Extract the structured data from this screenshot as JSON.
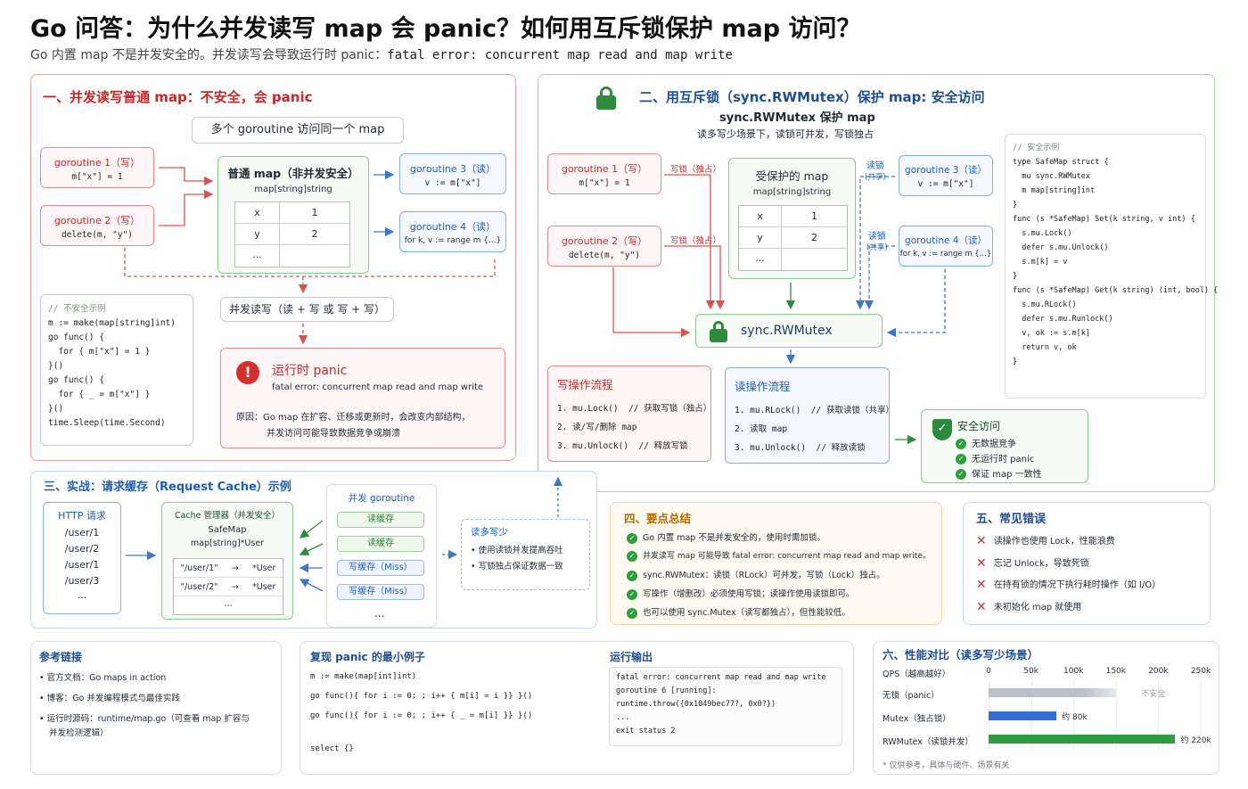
{
  "header": {
    "title": "Go 问答：为什么并发读写 map 会 panic？如何用互斥锁保护 map 访问？",
    "subtitle_pre": "Go 内置 map 不是并发安全的。并发读写会导致运行时 panic：",
    "subtitle_code": "fatal error: concurrent map read and map write"
  },
  "s1": {
    "title": "一、并发读写普通 map：不安全，会 panic",
    "shared": "多个 goroutine 访问同一个 map",
    "g1": {
      "label": "goroutine 1（写）",
      "code": "m[\"x\"] = 1"
    },
    "g2": {
      "label": "goroutine 2（写）",
      "code": "delete(m, \"y\")"
    },
    "g3": {
      "label": "goroutine 3（读）",
      "code": "v := m[\"x\"]"
    },
    "g4": {
      "label": "goroutine 4（读）",
      "code": "for k, v := range m {...}"
    },
    "map": {
      "title": "普通 map（非并发安全）",
      "type": "map[string]string",
      "rows": [
        [
          "x",
          "1"
        ],
        [
          "y",
          "2"
        ],
        [
          "...",
          ""
        ]
      ]
    },
    "concurrent": "并发读写（读 + 写 或 写 + 写）",
    "code_title": "// 不安全示例",
    "code": [
      "m := make(map[string]int)",
      "go func() {",
      "  for { m[\"x\"] = 1 }",
      "}()",
      "go func() {",
      "  for { _ = m[\"x\"] }",
      "}()",
      "",
      "time.Sleep(time.Second)"
    ],
    "panic": {
      "title": "运行时 panic",
      "msg": "fatal error: concurrent map read and map write",
      "reason1": "原因：Go map 在扩容、迁移或更新时，会改变内部结构，",
      "reason2": "并发访问可能导致数据竞争或崩溃"
    }
  },
  "s2": {
    "title": "二、用互斥锁（sync.RWMutex）保护 map: 安全访问",
    "subtitle": "sync.RWMutex 保护 map",
    "note": "读多写少场景下，读锁可并发，写锁独占",
    "g1": {
      "label": "goroutine 1（写）",
      "code": "m[\"x\"] = 1"
    },
    "g2": {
      "label": "goroutine 2（写）",
      "code": "delete(m, \"y\")"
    },
    "g3": {
      "label": "goroutine 3（读）",
      "code": "v := m[\"x\"]"
    },
    "g4": {
      "label": "goroutine 4（读）",
      "code": "for k, v := range m {...}"
    },
    "wlock": "写锁（独占）",
    "rlock": "读锁",
    "shared": "(共享)",
    "map": {
      "title": "受保护的 map",
      "type": "map[string]string",
      "rows": [
        [
          "x",
          "1"
        ],
        [
          "y",
          "2"
        ],
        [
          "...",
          ""
        ]
      ]
    },
    "mutex": "sync.RWMutex",
    "write_flow": {
      "title": "写操作流程",
      "items": [
        "1. mu.Lock()  // 获取写锁（独占）",
        "2. 读/写/删除 map",
        "3. mu.Unlock()  // 释放写锁"
      ]
    },
    "read_flow": {
      "title": "读操作流程",
      "items": [
        "1. mu.RLock()  // 获取读锁（共享）",
        "2. 读取 map",
        "3. mu.Unlock()  // 释放读锁"
      ]
    },
    "safe": {
      "title": "安全访问",
      "items": [
        "无数据竞争",
        "无运行时 panic",
        "保证 map 一致性"
      ]
    },
    "code_title": "// 安全示例",
    "code": [
      "type SafeMap struct {",
      "  mu sync.RWMutex",
      "  m map[string]int",
      "}",
      "",
      "func (s *SafeMap) Set(k string, v int) {",
      "  s.mu.Lock()",
      "  defer s.mu.Unlock()",
      "  s.m[k] = v",
      "}",
      "",
      "func (s *SafeMap) Get(k string) (int, bool) {",
      "  s.mu.RLock()",
      "  defer s.mu.Runlock()",
      "  v, ok := s.m[k]",
      "  return v, ok",
      "}"
    ]
  },
  "s3": {
    "title": "三、实战：请求缓存（Request Cache）示例",
    "req_title": "HTTP 请求",
    "reqs": [
      "/user/1",
      "/user/2",
      "/user/1",
      "/user/3",
      "..."
    ],
    "cache_title": "Cache 管理器（并发安全）",
    "cache_sub": "SafeMap",
    "cache_type": "map[string]*User",
    "entries": [
      [
        "\"/user/1\"",
        "*User"
      ],
      [
        "\"/user/2\"",
        "*User"
      ],
      [
        "...",
        ""
      ]
    ],
    "gr_title": "并发 goroutine",
    "pills": [
      "读缓存",
      "读缓存",
      "写缓存（Miss）",
      "写缓存（Miss）",
      "..."
    ],
    "tip_title": "读多写少",
    "tips": [
      "使用读锁并发提高吞吐",
      "写锁独占保证数据一致"
    ]
  },
  "s4": {
    "title": "四、要点总结",
    "items": [
      "Go 内置 map 不是并发安全的，使用时需加锁。",
      "并发读写 map 可能导致 fatal error: concurrent map read and map write。",
      "sync.RWMutex：读锁（RLock）可并发，写锁（Lock）独占。",
      "写操作（增删改）必须使用写锁；读操作使用读锁即可。",
      "也可以使用 sync.Mutex（读写都独占），但性能较低。"
    ]
  },
  "s5": {
    "title": "五、常见错误",
    "items": [
      "读操作也使用 Lock，性能浪费",
      "忘记 Unlock，导致死锁",
      "在持有锁的情况下执行耗时操作（如 I/O）",
      "未初始化 map 就使用"
    ]
  },
  "refs": {
    "title": "参考链接",
    "items": [
      "官方文档：Go maps in action",
      "博客：Go 并发编程模式与最佳实践",
      "运行时源码：runtime/map.go（可查看 map 扩容与",
      "并发检测逻辑）"
    ]
  },
  "repro": {
    "title": "复现 panic 的最小例子",
    "code": [
      "m := make(map[int]int)",
      "go func(){ for i := 0; ; i++ { m[i] = i }} }()",
      "go func(){ for i := 0; ; i++ { _ = m[i] }} }()",
      "",
      "select {}"
    ]
  },
  "output": {
    "title": "运行输出",
    "code": [
      "fatal error: concurrent map read and map write",
      "",
      "goroutine 6 [running]:",
      "runtime.throw({0x1049bec77?, 0x0?})",
      "...",
      "exit status 2"
    ]
  },
  "perf": {
    "title": "六、性能对比（读多写少场景）",
    "axis_label": "QPS（越高越好）",
    "ticks": [
      "0",
      "50k",
      "100k",
      "150k",
      "200k",
      "250k"
    ],
    "note": "* 仅供参考，具体与硬件、场景有关",
    "chart_data": {
      "type": "bar",
      "categories": [
        "无锁（panic）",
        "Mutex（独占锁）",
        "RWMutex（读锁并发）"
      ],
      "values": [
        null,
        80000,
        220000
      ],
      "value_labels": [
        "不安全",
        "约 80k",
        "约 220k"
      ],
      "xlim": [
        0,
        250000
      ]
    }
  }
}
